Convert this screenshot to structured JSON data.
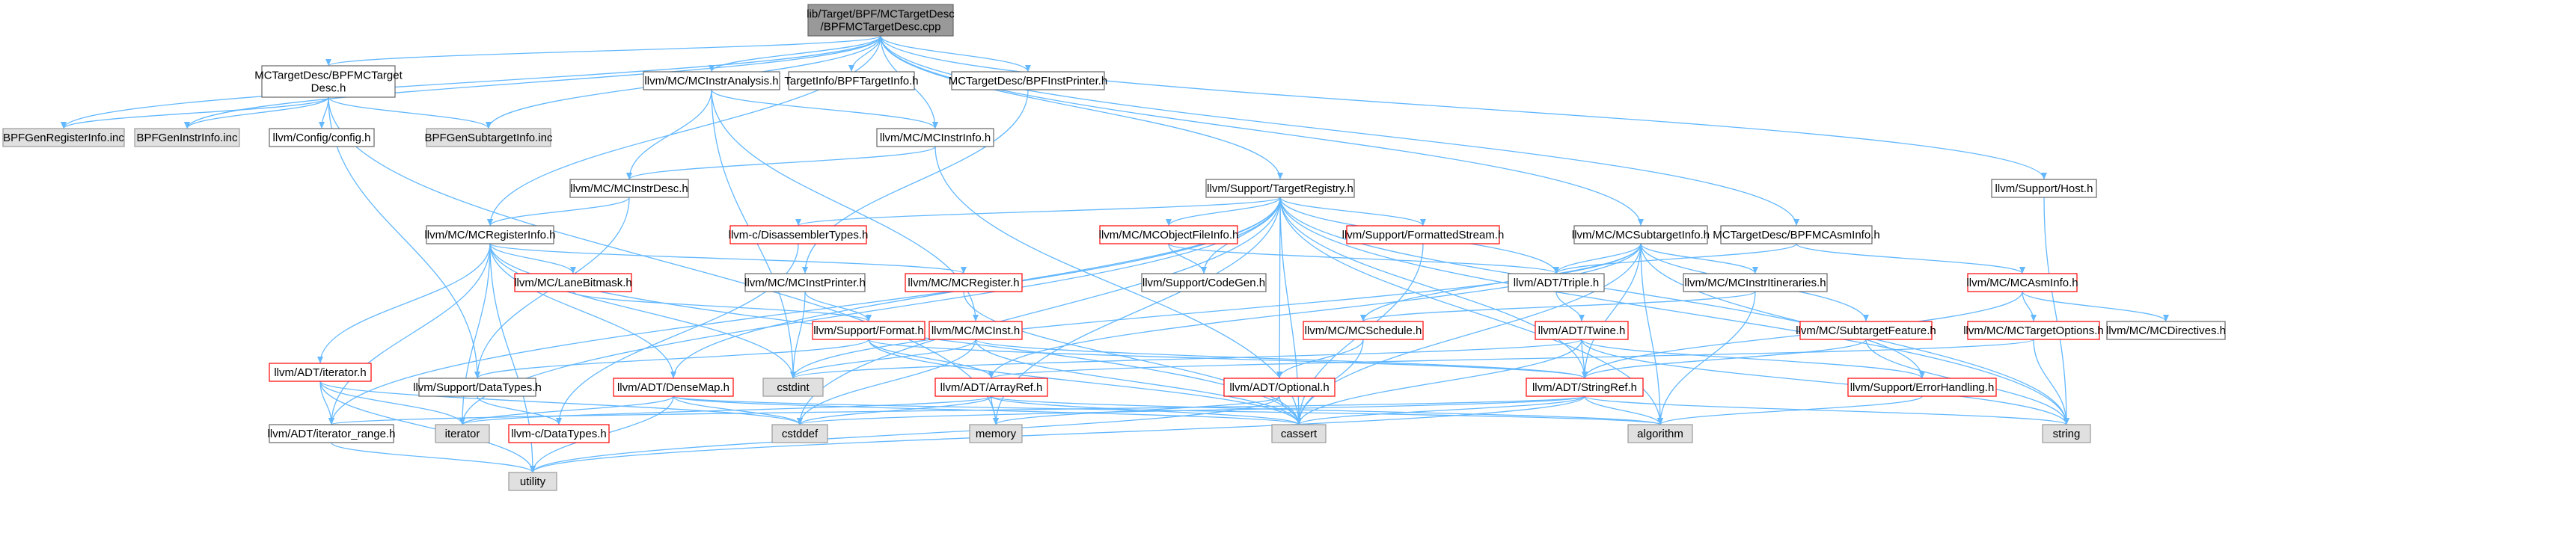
{
  "colors": {
    "root_fill": "#999999",
    "normal_fill": "#ffffff",
    "normal_border": "#666666",
    "red_border": "#ff0000",
    "gray_fill": "#e0e0e0",
    "gray_border": "#999999",
    "edge": "#63b8ff"
  },
  "nodes": [
    {
      "id": "root",
      "kind": "root",
      "label": [
        "lib/Target/BPF/MCTargetDesc",
        "/BPFMCTargetDesc.cpp"
      ]
    },
    {
      "id": "bpfmctargetdesc_h",
      "kind": "normal",
      "label": [
        "MCTargetDesc/BPFMCTarget",
        "Desc.h"
      ]
    },
    {
      "id": "mcinstranalysis_h",
      "kind": "normal",
      "label": [
        "llvm/MC/MCInstrAnalysis.h"
      ]
    },
    {
      "id": "bpftargetinfo_h",
      "kind": "normal",
      "label": [
        "TargetInfo/BPFTargetInfo.h"
      ]
    },
    {
      "id": "bpfinstprinter_h",
      "kind": "normal",
      "label": [
        "MCTargetDesc/BPFInstPrinter.h"
      ]
    },
    {
      "id": "bpfgenregisterinfo_inc",
      "kind": "gray",
      "label": [
        "BPFGenRegisterInfo.inc"
      ]
    },
    {
      "id": "bpfgeninstrinfo_inc",
      "kind": "gray",
      "label": [
        "BPFGenInstrInfo.inc"
      ]
    },
    {
      "id": "config_h",
      "kind": "normal",
      "label": [
        "llvm/Config/config.h"
      ]
    },
    {
      "id": "bpfgensubtargetinfo_inc",
      "kind": "gray",
      "label": [
        "BPFGenSubtargetInfo.inc"
      ]
    },
    {
      "id": "mcinstrinfo_h",
      "kind": "normal",
      "label": [
        "llvm/MC/MCInstrInfo.h"
      ]
    },
    {
      "id": "mcinstrdesc_h",
      "kind": "normal",
      "label": [
        "llvm/MC/MCInstrDesc.h"
      ]
    },
    {
      "id": "targetregistry_h",
      "kind": "normal",
      "label": [
        "llvm/Support/TargetRegistry.h"
      ]
    },
    {
      "id": "host_h",
      "kind": "normal",
      "label": [
        "llvm/Support/Host.h"
      ]
    },
    {
      "id": "mcregisterinfo_h",
      "kind": "normal",
      "label": [
        "llvm/MC/MCRegisterInfo.h"
      ]
    },
    {
      "id": "disassemblertypes_h",
      "kind": "red",
      "label": [
        "llvm-c/DisassemblerTypes.h"
      ]
    },
    {
      "id": "mcobjectfileinfo_h",
      "kind": "red",
      "label": [
        "llvm/MC/MCObjectFileInfo.h"
      ]
    },
    {
      "id": "formattedstream_h",
      "kind": "red",
      "label": [
        "llvm/Support/FormattedStream.h"
      ]
    },
    {
      "id": "mcsubtargetinfo_h",
      "kind": "normal",
      "label": [
        "llvm/MC/MCSubtargetInfo.h"
      ]
    },
    {
      "id": "bpfmcasminfo_h",
      "kind": "normal",
      "label": [
        "MCTargetDesc/BPFMCAsmInfo.h"
      ]
    },
    {
      "id": "lanebitmask_h",
      "kind": "red",
      "label": [
        "llvm/MC/LaneBitmask.h"
      ]
    },
    {
      "id": "mcregister_h",
      "kind": "red",
      "label": [
        "llvm/MC/MCRegister.h"
      ]
    },
    {
      "id": "mcinstprinter_h",
      "kind": "normal",
      "label": [
        "llvm/MC/MCInstPrinter.h"
      ]
    },
    {
      "id": "codegen_h",
      "kind": "normal",
      "label": [
        "llvm/Support/CodeGen.h"
      ]
    },
    {
      "id": "triple_h",
      "kind": "normal",
      "label": [
        "llvm/ADT/Triple.h"
      ]
    },
    {
      "id": "mcinstritineraries_h",
      "kind": "normal",
      "label": [
        "llvm/MC/MCInstrItineraries.h"
      ]
    },
    {
      "id": "mcasminfo_h",
      "kind": "red",
      "label": [
        "llvm/MC/MCAsmInfo.h"
      ]
    },
    {
      "id": "format_h",
      "kind": "red",
      "label": [
        "llvm/Support/Format.h"
      ]
    },
    {
      "id": "mcinst_h",
      "kind": "red",
      "label": [
        "llvm/MC/MCInst.h"
      ]
    },
    {
      "id": "mcschedule_h",
      "kind": "red",
      "label": [
        "llvm/MC/MCSchedule.h"
      ]
    },
    {
      "id": "twine_h",
      "kind": "red",
      "label": [
        "llvm/ADT/Twine.h"
      ]
    },
    {
      "id": "subtargetfeature_h",
      "kind": "red",
      "label": [
        "llvm/MC/SubtargetFeature.h"
      ]
    },
    {
      "id": "mctargetoptions_h",
      "kind": "red",
      "label": [
        "llvm/MC/MCTargetOptions.h"
      ]
    },
    {
      "id": "mcdirectives_h",
      "kind": "normal",
      "label": [
        "llvm/MC/MCDirectives.h"
      ]
    },
    {
      "id": "iterator_h",
      "kind": "red",
      "label": [
        "llvm/ADT/iterator.h"
      ]
    },
    {
      "id": "datatypes_h",
      "kind": "normal",
      "label": [
        "llvm/Support/DataTypes.h"
      ]
    },
    {
      "id": "densemap_h",
      "kind": "red",
      "label": [
        "llvm/ADT/DenseMap.h"
      ]
    },
    {
      "id": "cstdint",
      "kind": "gray",
      "label": [
        "cstdint"
      ]
    },
    {
      "id": "arrayref_h",
      "kind": "red",
      "label": [
        "llvm/ADT/ArrayRef.h"
      ]
    },
    {
      "id": "optional_h",
      "kind": "red",
      "label": [
        "llvm/ADT/Optional.h"
      ]
    },
    {
      "id": "stringref_h",
      "kind": "red",
      "label": [
        "llvm/ADT/StringRef.h"
      ]
    },
    {
      "id": "errorhandling_h",
      "kind": "red",
      "label": [
        "llvm/Support/ErrorHandling.h"
      ]
    },
    {
      "id": "iterator_range_h",
      "kind": "normal",
      "label": [
        "llvm/ADT/iterator_range.h"
      ]
    },
    {
      "id": "iterator",
      "kind": "gray",
      "label": [
        "iterator"
      ]
    },
    {
      "id": "c_datatypes_h",
      "kind": "red",
      "label": [
        "llvm-c/DataTypes.h"
      ]
    },
    {
      "id": "cstddef",
      "kind": "gray",
      "label": [
        "cstddef"
      ]
    },
    {
      "id": "memory",
      "kind": "gray",
      "label": [
        "memory"
      ]
    },
    {
      "id": "cassert",
      "kind": "gray",
      "label": [
        "cassert"
      ]
    },
    {
      "id": "algorithm",
      "kind": "gray",
      "label": [
        "algorithm"
      ]
    },
    {
      "id": "string",
      "kind": "gray",
      "label": [
        "string"
      ]
    },
    {
      "id": "utility",
      "kind": "gray",
      "label": [
        "utility"
      ]
    }
  ],
  "edges": [
    [
      "root",
      "bpfmctargetdesc_h"
    ],
    [
      "root",
      "mcinstranalysis_h"
    ],
    [
      "root",
      "bpftargetinfo_h"
    ],
    [
      "root",
      "bpfinstprinter_h"
    ],
    [
      "root",
      "bpfgenregisterinfo_inc"
    ],
    [
      "root",
      "bpfgeninstrinfo_inc"
    ],
    [
      "root",
      "bpfgensubtargetinfo_inc"
    ],
    [
      "root",
      "mcinstrinfo_h"
    ],
    [
      "root",
      "targetregistry_h"
    ],
    [
      "root",
      "mcregisterinfo_h"
    ],
    [
      "root",
      "mcsubtargetinfo_h"
    ],
    [
      "root",
      "bpfmcasminfo_h"
    ],
    [
      "root",
      "host_h"
    ],
    [
      "bpfmctargetdesc_h",
      "bpfgenregisterinfo_inc"
    ],
    [
      "bpfmctargetdesc_h",
      "bpfgeninstrinfo_inc"
    ],
    [
      "bpfmctargetdesc_h",
      "config_h"
    ],
    [
      "bpfmctargetdesc_h",
      "bpfgensubtargetinfo_inc"
    ],
    [
      "bpfmctargetdesc_h",
      "datatypes_h"
    ],
    [
      "bpfmctargetdesc_h",
      "memory"
    ],
    [
      "mcinstranalysis_h",
      "mcinstrinfo_h"
    ],
    [
      "mcinstranalysis_h",
      "mcinstrdesc_h"
    ],
    [
      "mcinstranalysis_h",
      "mcinst_h"
    ],
    [
      "mcinstranalysis_h",
      "cstdint"
    ],
    [
      "bpfinstprinter_h",
      "mcinstprinter_h"
    ],
    [
      "mcinstrinfo_h",
      "mcinstrdesc_h"
    ],
    [
      "mcinstrinfo_h",
      "cassert"
    ],
    [
      "mcinstrdesc_h",
      "mcregisterinfo_h"
    ],
    [
      "mcinstrdesc_h",
      "datatypes_h"
    ],
    [
      "targetregistry_h",
      "disassemblertypes_h"
    ],
    [
      "targetregistry_h",
      "mcobjectfileinfo_h"
    ],
    [
      "targetregistry_h",
      "formattedstream_h"
    ],
    [
      "targetregistry_h",
      "codegen_h"
    ],
    [
      "targetregistry_h",
      "triple_h"
    ],
    [
      "targetregistry_h",
      "stringref_h"
    ],
    [
      "targetregistry_h",
      "iterator_range_h"
    ],
    [
      "targetregistry_h",
      "optional_h"
    ],
    [
      "targetregistry_h",
      "errorhandling_h"
    ],
    [
      "targetregistry_h",
      "cassert"
    ],
    [
      "targetregistry_h",
      "string"
    ],
    [
      "targetregistry_h",
      "memory"
    ],
    [
      "targetregistry_h",
      "algorithm"
    ],
    [
      "targetregistry_h",
      "cstddef"
    ],
    [
      "targetregistry_h",
      "iterator"
    ],
    [
      "targetregistry_h",
      "densemap_h"
    ],
    [
      "host_h",
      "string"
    ],
    [
      "mcregisterinfo_h",
      "lanebitmask_h"
    ],
    [
      "mcregisterinfo_h",
      "mcregister_h"
    ],
    [
      "mcregisterinfo_h",
      "iterator_h"
    ],
    [
      "mcregisterinfo_h",
      "densemap_h"
    ],
    [
      "mcregisterinfo_h",
      "iterator_range_h"
    ],
    [
      "mcregisterinfo_h",
      "cassert"
    ],
    [
      "mcregisterinfo_h",
      "cstdint"
    ],
    [
      "mcregisterinfo_h",
      "iterator"
    ],
    [
      "mcregisterinfo_h",
      "utility"
    ],
    [
      "disassemblertypes_h",
      "c_datatypes_h"
    ],
    [
      "mcobjectfileinfo_h",
      "triple_h"
    ],
    [
      "mcobjectfileinfo_h",
      "codegen_h"
    ],
    [
      "formattedstream_h",
      "cassert"
    ],
    [
      "mcsubtargetinfo_h",
      "triple_h"
    ],
    [
      "mcsubtargetinfo_h",
      "mcinstritineraries_h"
    ],
    [
      "mcsubtargetinfo_h",
      "mcschedule_h"
    ],
    [
      "mcsubtargetinfo_h",
      "subtargetfeature_h"
    ],
    [
      "mcsubtargetinfo_h",
      "arrayref_h"
    ],
    [
      "mcsubtargetinfo_h",
      "stringref_h"
    ],
    [
      "mcsubtargetinfo_h",
      "algorithm"
    ],
    [
      "mcsubtargetinfo_h",
      "cassert"
    ],
    [
      "mcsubtargetinfo_h",
      "cstdint"
    ],
    [
      "mcsubtargetinfo_h",
      "string"
    ],
    [
      "bpfmcasminfo_h",
      "triple_h"
    ],
    [
      "bpfmcasminfo_h",
      "mcasminfo_h"
    ],
    [
      "lanebitmask_h",
      "format_h"
    ],
    [
      "mcregister_h",
      "cassert"
    ],
    [
      "mcinstprinter_h",
      "format_h"
    ],
    [
      "mcinstprinter_h",
      "cstdint"
    ],
    [
      "triple_h",
      "twine_h"
    ],
    [
      "mcinstritineraries_h",
      "mcschedule_h"
    ],
    [
      "mcinstritineraries_h",
      "algorithm"
    ],
    [
      "mcasminfo_h",
      "mctargetoptions_h"
    ],
    [
      "mcasminfo_h",
      "mcdirectives_h"
    ],
    [
      "mcasminfo_h",
      "stringref_h"
    ],
    [
      "format_h",
      "arrayref_h"
    ],
    [
      "format_h",
      "stringref_h"
    ],
    [
      "format_h",
      "datatypes_h"
    ],
    [
      "format_h",
      "cassert"
    ],
    [
      "mcinst_h",
      "stringref_h"
    ],
    [
      "mcinst_h",
      "cassert"
    ],
    [
      "mcinst_h",
      "cstddef"
    ],
    [
      "mcinst_h",
      "cstdint"
    ],
    [
      "mcschedule_h",
      "optional_h"
    ],
    [
      "mcschedule_h",
      "cassert"
    ],
    [
      "twine_h",
      "stringref_h"
    ],
    [
      "twine_h",
      "errorhandling_h"
    ],
    [
      "twine_h",
      "cassert"
    ],
    [
      "twine_h",
      "cstdint"
    ],
    [
      "twine_h",
      "string"
    ],
    [
      "subtargetfeature_h",
      "stringref_h"
    ],
    [
      "subtargetfeature_h",
      "string"
    ],
    [
      "mctargetoptions_h",
      "arrayref_h"
    ],
    [
      "mctargetoptions_h",
      "string"
    ],
    [
      "iterator_h",
      "iterator_range_h"
    ],
    [
      "iterator_h",
      "iterator"
    ],
    [
      "iterator_h",
      "cstddef"
    ],
    [
      "iterator_h",
      "utility"
    ],
    [
      "datatypes_h",
      "c_datatypes_h"
    ],
    [
      "densemap_h",
      "cstddef"
    ],
    [
      "densemap_h",
      "algorithm"
    ],
    [
      "densemap_h",
      "cassert"
    ],
    [
      "densemap_h",
      "utility"
    ],
    [
      "densemap_h",
      "iterator"
    ],
    [
      "arrayref_h",
      "iterator"
    ],
    [
      "arrayref_h",
      "cassert"
    ],
    [
      "arrayref_h",
      "cstddef"
    ],
    [
      "arrayref_h",
      "memory"
    ],
    [
      "arrayref_h",
      "algorithm"
    ],
    [
      "optional_h",
      "cassert"
    ],
    [
      "optional_h",
      "utility"
    ],
    [
      "optional_h",
      "memory"
    ],
    [
      "stringref_h",
      "iterator_range_h"
    ],
    [
      "stringref_h",
      "algorithm"
    ],
    [
      "stringref_h",
      "cassert"
    ],
    [
      "stringref_h",
      "cstddef"
    ],
    [
      "stringref_h",
      "string"
    ],
    [
      "stringref_h",
      "utility"
    ],
    [
      "errorhandling_h",
      "algorithm"
    ],
    [
      "iterator_range_h",
      "utility"
    ]
  ]
}
